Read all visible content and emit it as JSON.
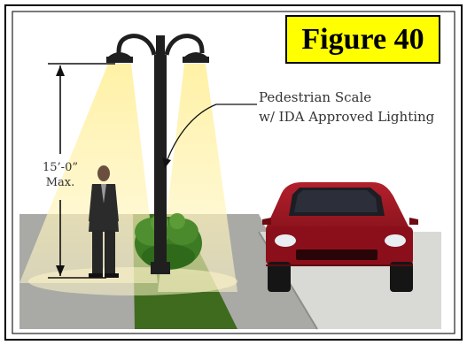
{
  "figure": {
    "label": "Figure 40"
  },
  "annotations": {
    "lighting_line1": "Pedestrian Scale",
    "lighting_line2": "w/ IDA Approved Lighting",
    "height_line1": "15’-0”",
    "height_line2": "Max."
  },
  "colors": {
    "badge_fill": "#ffff00",
    "light_cone": "#fff3b0",
    "sidewalk": "#a9aaa6",
    "planting_strip": "#3f6b1e",
    "road": "#d9d9d6",
    "car_body": "#8b0f1a",
    "pole": "#1f1f1f"
  }
}
